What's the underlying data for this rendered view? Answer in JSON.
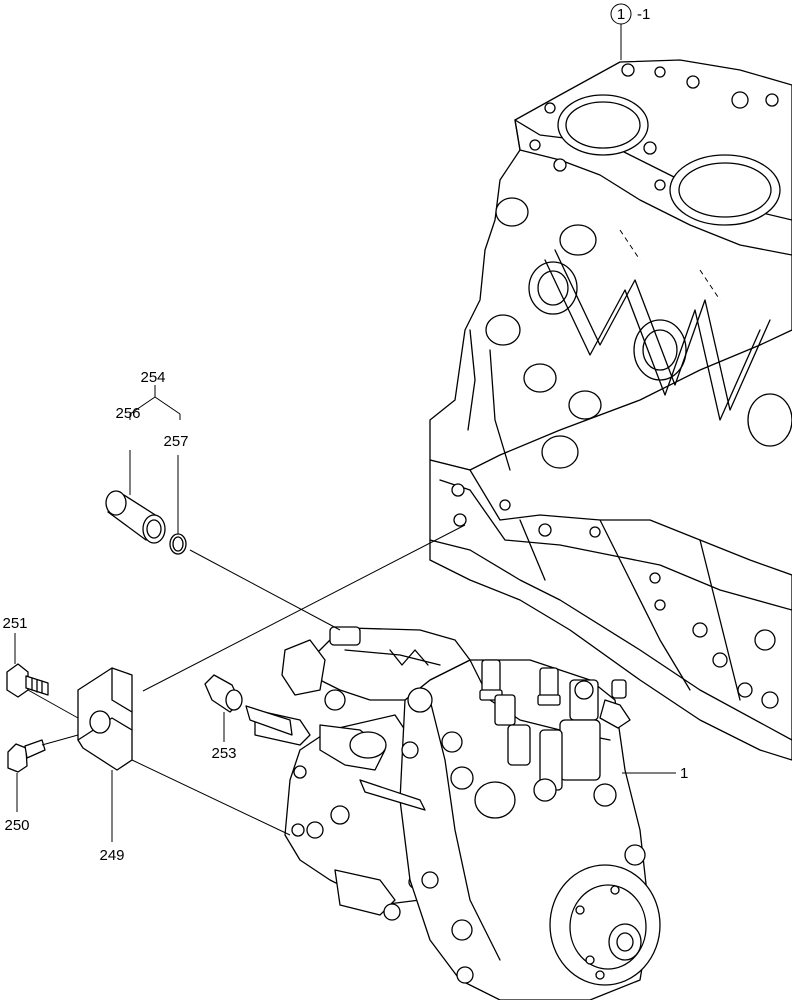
{
  "callouts": {
    "ref_circle": "1",
    "ref_suffix": "-1",
    "pump": "1",
    "p249": "249",
    "p250": "250",
    "p251": "251",
    "p253": "253",
    "p254": "254",
    "p256": "256",
    "p257": "257"
  }
}
